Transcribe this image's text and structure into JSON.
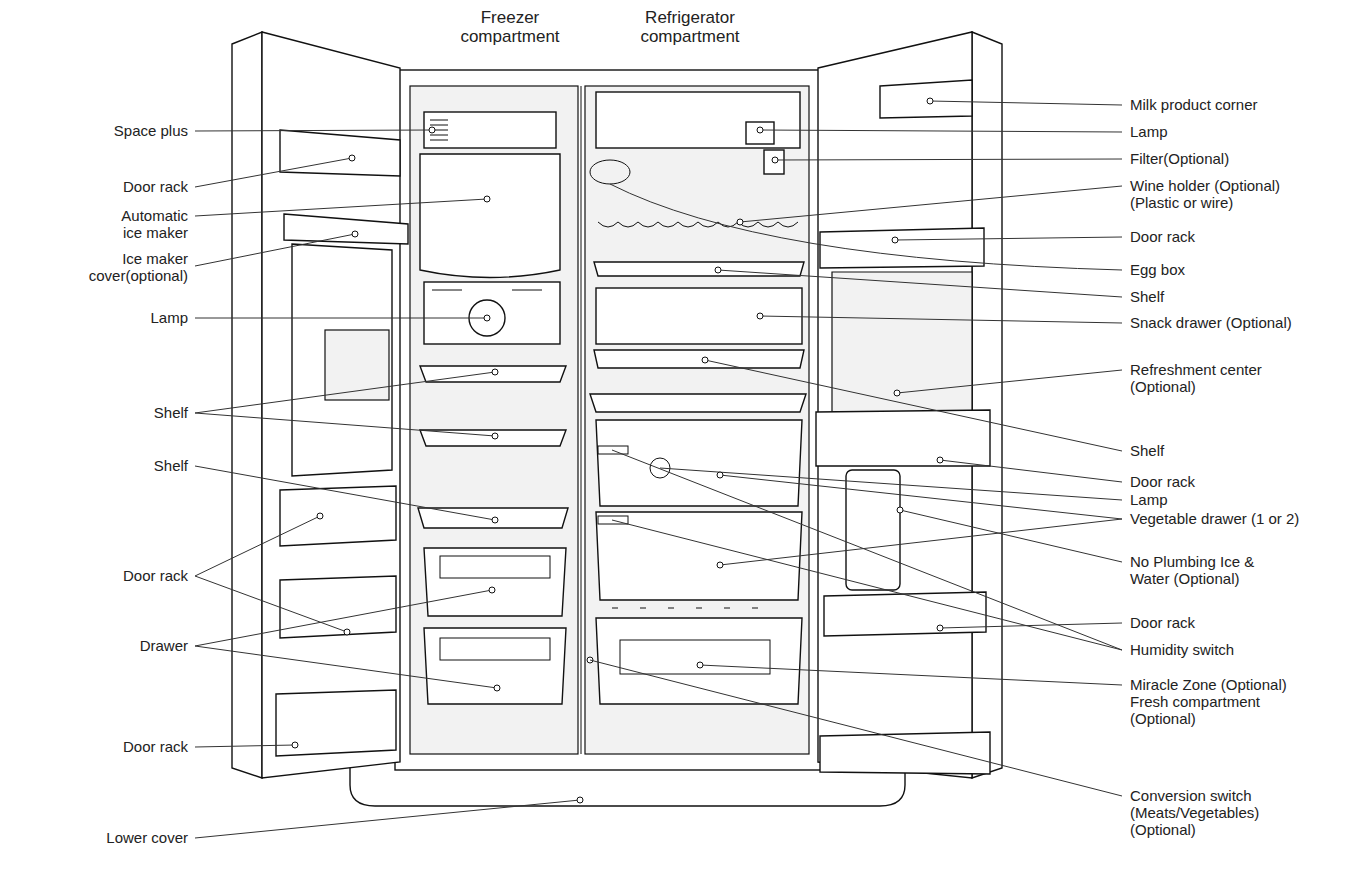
{
  "diagram": {
    "labels": [
      "Freezer compartment",
      "Refrigerator compartment",
      "Space plus",
      "Door rack",
      "Automatic ice maker",
      "Ice maker cover(optional)",
      "Lamp",
      "Shelf",
      "Shelf",
      "Door rack",
      "Drawer",
      "Door rack",
      "Lower cover",
      "Milk product corner",
      "Lamp",
      "Filter(Optional)",
      "Wine holder (Optional) (Plastic or wire)",
      "Door rack",
      "Egg box",
      "Shelf",
      "Snack drawer (Optional)",
      "Refreshment center (Optional)",
      "Shelf",
      "Door rack",
      "Lamp",
      "Vegetable drawer (1 or 2)",
      "No Plumbing Ice & Water (Optional)",
      "Door rack",
      "Humidity switch",
      "Miracle Zone (Optional)",
      "Fresh compartment (Optional)",
      "Conversion switch (Meats/Vegetables) (Optional)"
    ]
  }
}
